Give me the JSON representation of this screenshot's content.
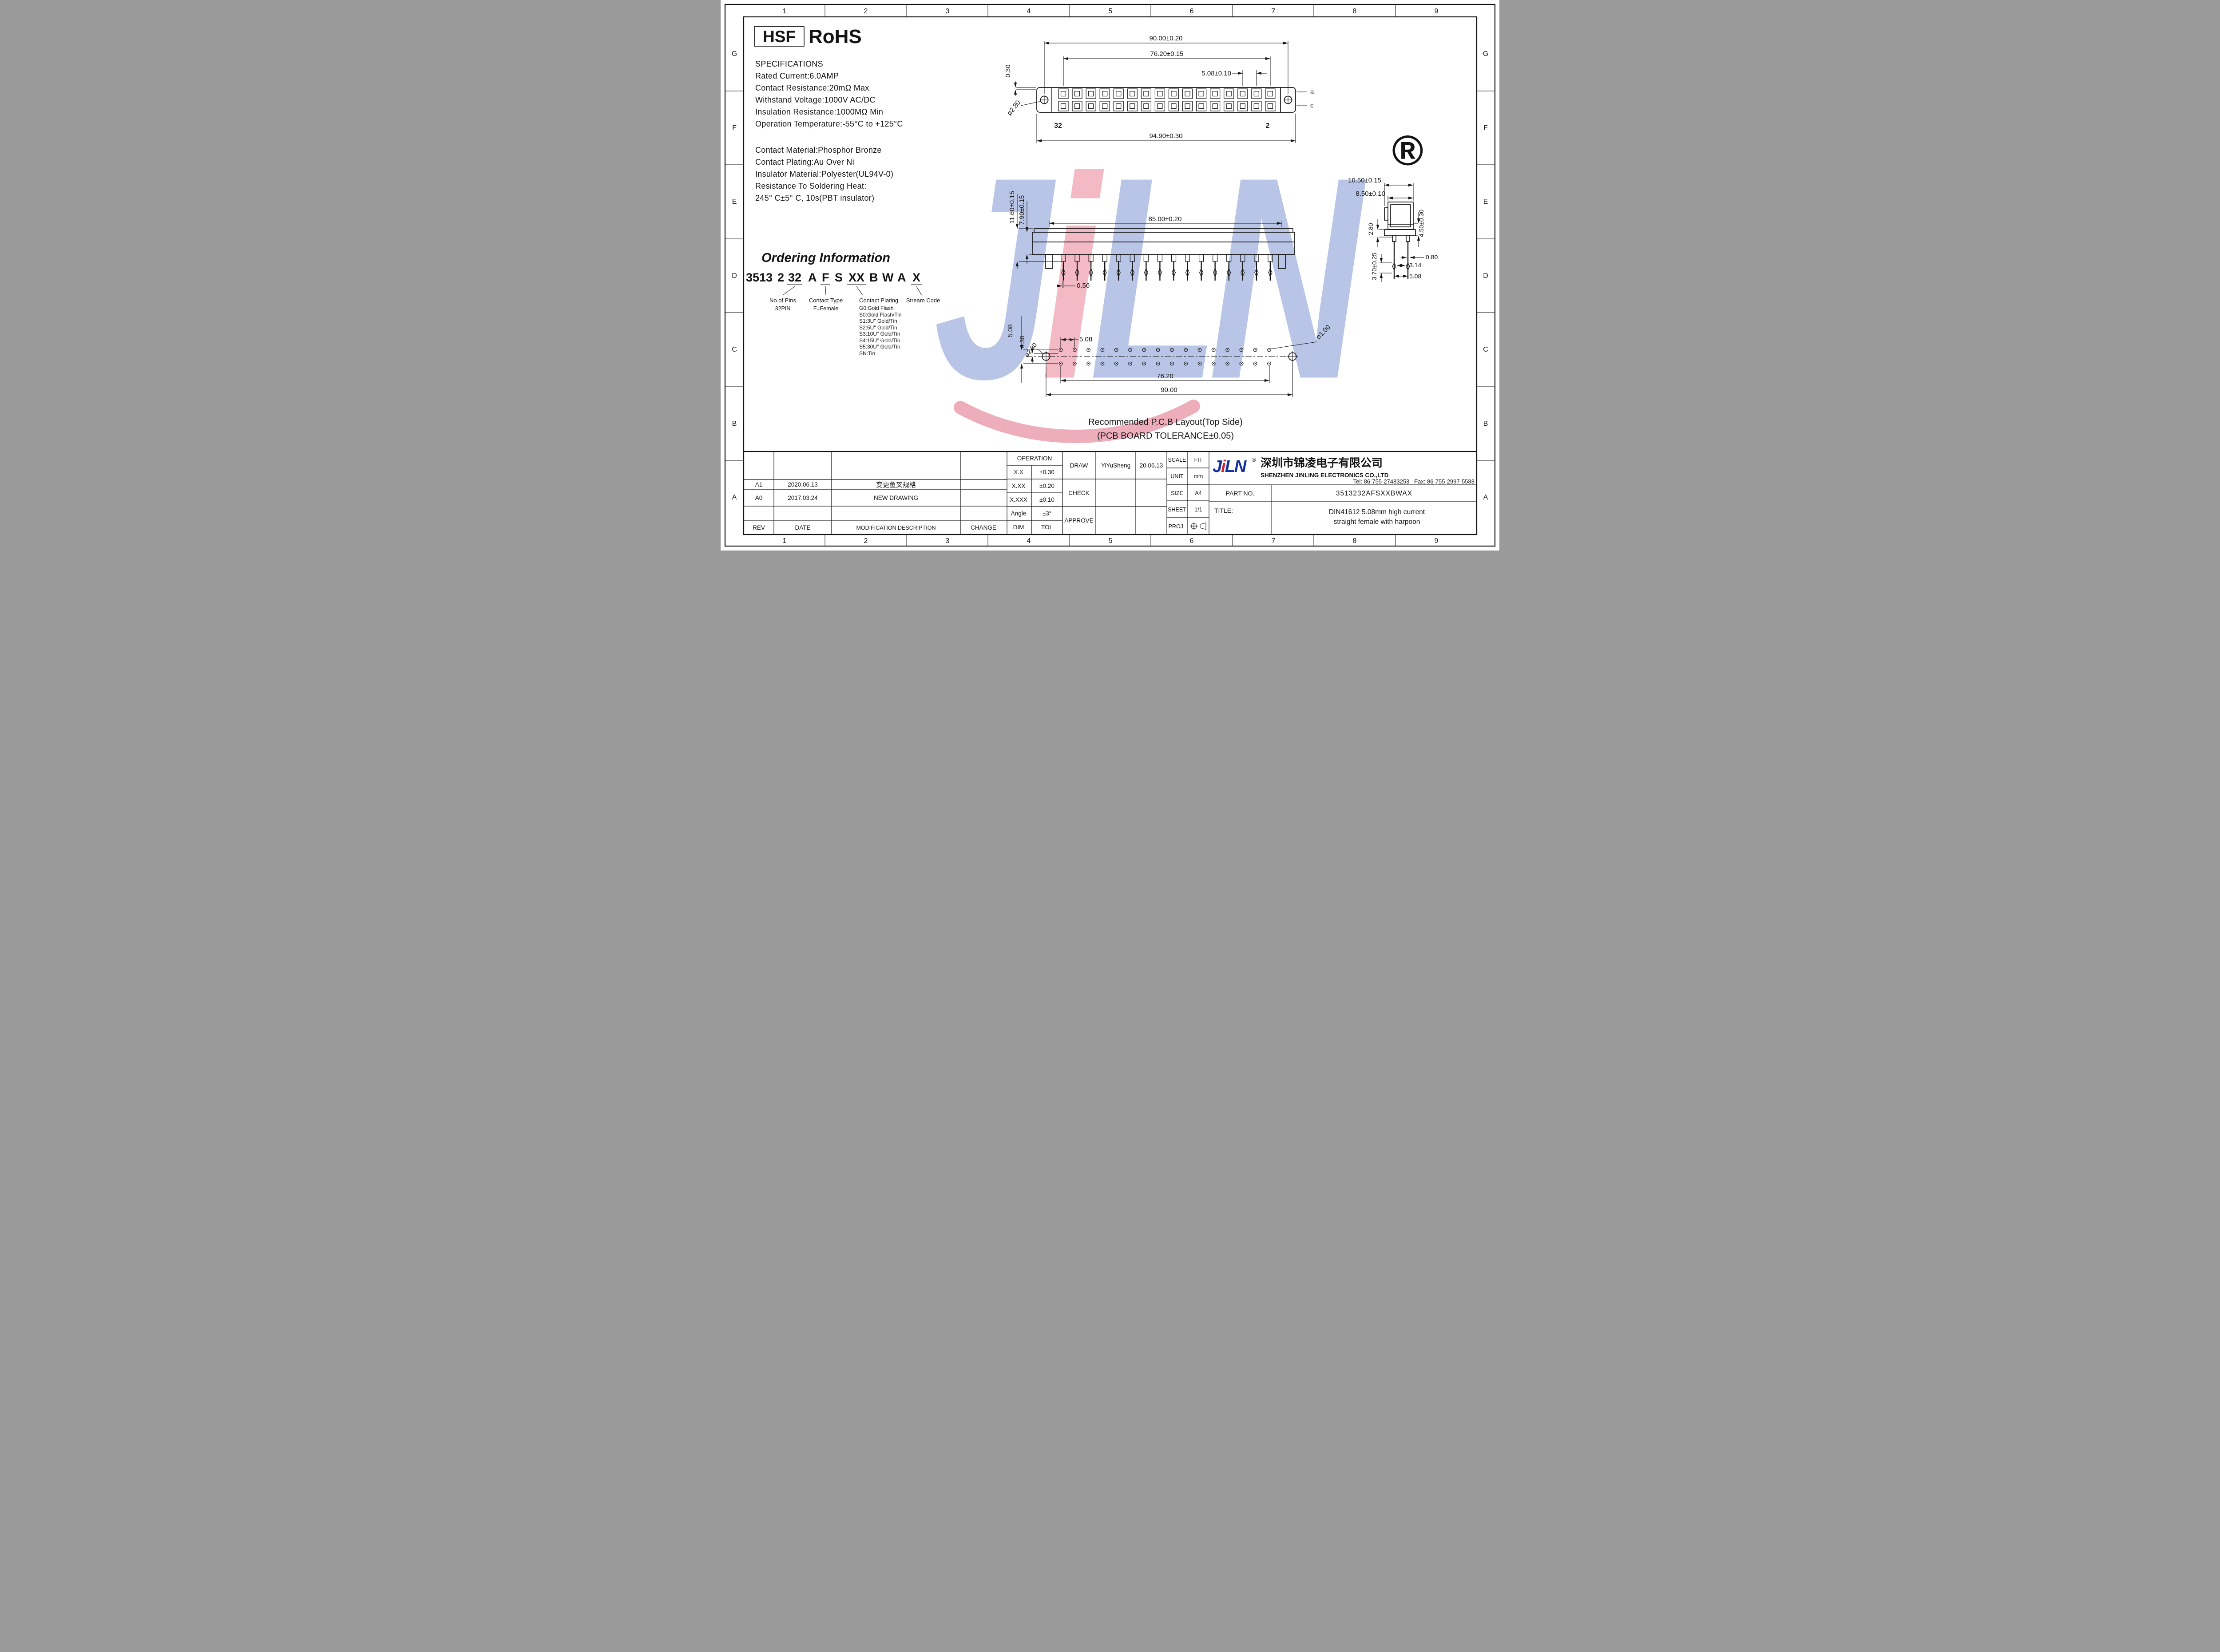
{
  "frame": {
    "cols": [
      "1",
      "2",
      "3",
      "4",
      "5",
      "6",
      "7",
      "8",
      "9"
    ],
    "rows": [
      "G",
      "F",
      "E",
      "D",
      "C",
      "B",
      "A"
    ]
  },
  "badges": {
    "hsf": "HSF",
    "rohs": "RoHS"
  },
  "specs": {
    "title": "SPECIFICATIONS",
    "lines": [
      "Rated Current:6.0AMP",
      "Contact Resistance:20mΩ Max",
      "Withstand Voltage:1000V AC/DC",
      "Insulation Resistance:1000MΩ Min",
      "Operation Temperature:-55°C to +125°C"
    ],
    "material_lines": [
      "Contact Material:Phosphor Bronze",
      "Contact Plating:Au Over Ni",
      "Insulator Material:Polyester(UL94V-0)",
      "Resistance To Soldering Heat:",
      "245° C±5° C, 10s(PBT insulator)"
    ]
  },
  "ordering": {
    "title": "Ordering Information",
    "code_parts": [
      "3513",
      "2",
      "32",
      "A",
      "F",
      "S",
      "XX",
      "B",
      "W",
      "A",
      "X"
    ],
    "pins_label": "No.of Pins",
    "pins_value": "32PIN",
    "contact_type_label": "Contact Type",
    "contact_type_value": "F=Female",
    "plating_label": "Contact Plating",
    "plating_options": [
      "G0:Gold Flash",
      "S0:Gold Flash/Tin",
      "S1:3U\" Gold/Tin",
      "S2:5U\" Gold/Tin",
      "S3:10U\" Gold/Tin",
      "S4:15U\" Gold/Tin",
      "S5:30U\" Gold/Tin",
      "SN:Tin"
    ],
    "stream_label": "Stream Code"
  },
  "front_view": {
    "d90": "90.00±0.20",
    "d76": "76.20±0.15",
    "d508": "5.08±0.10",
    "d030": "0.30",
    "d280": "ø2.80",
    "d949": "94.90±0.30",
    "pin_last": "32",
    "pin_first": "2",
    "row_a": "a",
    "row_c": "c"
  },
  "side_view": {
    "d1160": "11.60±0.15",
    "d790": "7.90±0.15",
    "d85": "85.00±0.20",
    "d056": "0.56"
  },
  "end_view": {
    "d1050": "10.50±0.15",
    "d850": "8.50±0.10",
    "d280": "2.80",
    "d450": "4.50±0.30",
    "d080": "0.80",
    "d314": "3.14",
    "d508": "5.08",
    "d370": "3.70±0.25"
  },
  "pcb": {
    "v508": "5.08",
    "h508": "5.08",
    "d030": "0.30",
    "d280": "ø2.80",
    "d100": "ø1.00",
    "d762": "76.20",
    "d900": "90.00",
    "caption1": "Recommended P.C.B Layout(Top Side)",
    "caption2": "(PCB BOARD TOLERANCE±0.05)"
  },
  "watermark": {
    "letters": [
      "J",
      "i",
      "L",
      "N"
    ],
    "reg": "®",
    "blue": "#b9c5e7",
    "pink": "#f3bac5"
  },
  "titleblock": {
    "operation": {
      "header": "OPERATION",
      "rows": [
        [
          "X.X",
          "±0.30"
        ],
        [
          "X.XX",
          "±0.20"
        ],
        [
          "X.XXX",
          "±0.10"
        ],
        [
          "Angle",
          "±3°"
        ],
        [
          "DIM",
          "TOL"
        ]
      ]
    },
    "sign": {
      "draw": "DRAW",
      "draw_name": "YiYuSheng",
      "draw_date": "20.06.13",
      "check": "CHECK",
      "approve": "APPROVE"
    },
    "meta": {
      "scale": "SCALE",
      "scale_v": "FIT",
      "unit": "UNIT",
      "unit_v": "mm",
      "size": "SIZE",
      "size_v": "A4",
      "sheet": "SHEET",
      "sheet_v": "1/1",
      "proj": "PROJ."
    },
    "company": {
      "logo_letters": [
        "J",
        "i",
        "L",
        "N"
      ],
      "reg": "®",
      "cn": "深圳市锦凌电子有限公司",
      "en": "SHENZHEN JINLING ELECTRONICS CO.,LTD",
      "tel": "Tel: 86-755-27483253   Fax: 86-755-2997-5588",
      "logo_blue": "#15309e",
      "logo_red": "#d02030"
    },
    "part_label": "PART NO.",
    "part_value": "3513232AFSXXBWAX",
    "title_label": "TITLE:",
    "title_line1": "DIN41612 5.08mm high current",
    "title_line2": "straight female with harpoon"
  },
  "revisions": {
    "rows": [
      {
        "rev": "A1",
        "date": "2020.06.13",
        "desc": "变更鱼叉规格"
      },
      {
        "rev": "A0",
        "date": "2017.03.24",
        "desc": "NEW DRAWING"
      }
    ],
    "header": {
      "rev": "REV",
      "date": "DATE",
      "desc": "MODIFICATION DESCRIPTION",
      "change": "CHANGE"
    }
  },
  "drawing": {
    "pins_per_row": 16,
    "pcb_holes_per_row": 16
  }
}
